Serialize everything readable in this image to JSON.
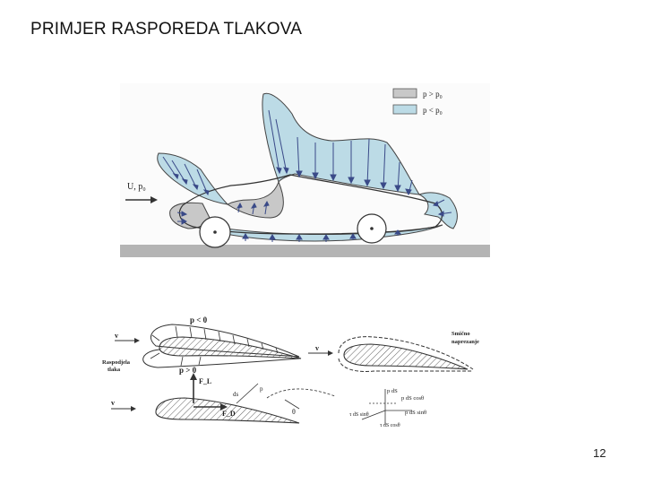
{
  "slide": {
    "title": "PRIMJER RASPOREDA TLAKOVA",
    "page_number": "12"
  },
  "car_figure": {
    "legend": [
      {
        "label": "p > p₀",
        "color": "#c8c8c8"
      },
      {
        "label": "p < p₀",
        "color": "#bcdbe6"
      }
    ],
    "flow_label": "U, p₀"
  },
  "airfoil_figure": {
    "labels": {
      "suction": "p < 0",
      "pressure": "p > 0",
      "distribution": "Raspodjela",
      "distribution_2": "tlaka",
      "velocity_1": "v",
      "velocity_2": "v",
      "velocity_3": "v",
      "shear_1": "Smično",
      "shear_2": "naprezanje",
      "lift": "F_L",
      "drag": "F_D",
      "ds": "ds",
      "p": "p",
      "theta": "θ",
      "pds": "p dS",
      "pds_cos": "p dS cosθ",
      "pds_sin": "p dS sinθ",
      "tds_sin": "τ dS sinθ",
      "tds_cos": "τ dS cosθ"
    }
  },
  "colors": {
    "above_ambient": "#c8c8c8",
    "below_ambient": "#bcdbe6",
    "arrow": "#3a4a88",
    "ground": "#b4b4b4"
  }
}
